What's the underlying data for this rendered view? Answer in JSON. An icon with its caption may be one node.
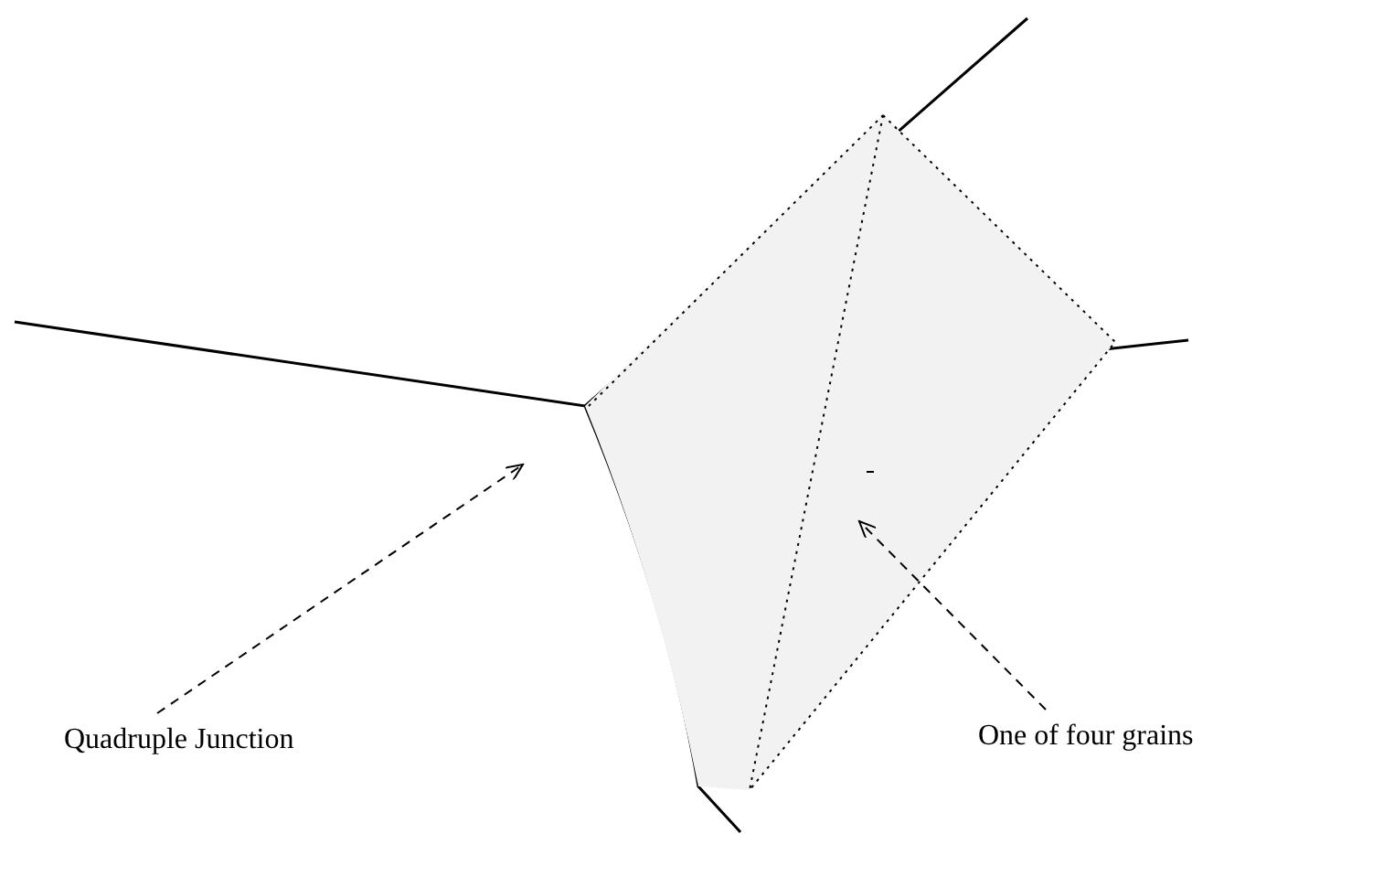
{
  "diagram": {
    "nodes": [
      {
        "text": [
          "Quadruple Junction"
        ]
      },
      {
        "text": [
          "One of four grains"
        ]
      },
      {
        "text": [],
        "shape": "picture"
      }
    ],
    "edges": [
      {
        "from": 0,
        "to": null,
        "arrow": "to",
        "style": "dashed"
      },
      {
        "from": 1,
        "to": 2,
        "arrow": "to",
        "style": "dashed"
      }
    ]
  }
}
